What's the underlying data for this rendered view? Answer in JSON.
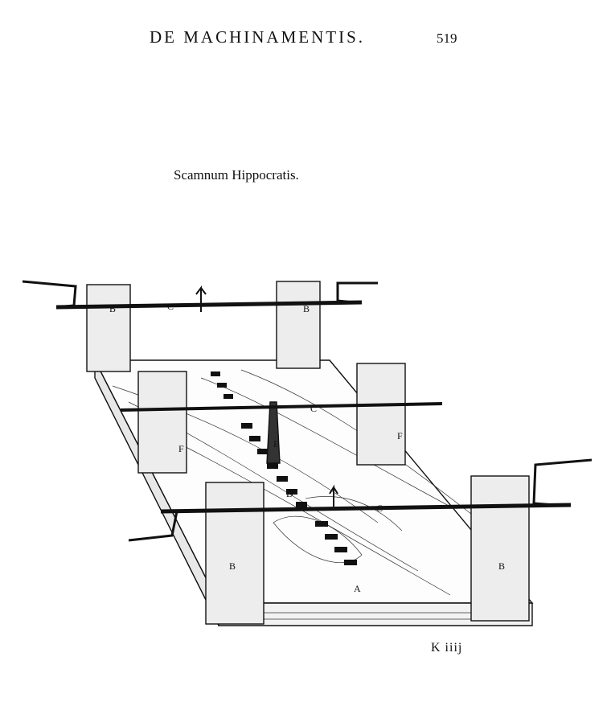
{
  "header": {
    "running_title": "DE MACHINAMENTIS.",
    "page_number": "519"
  },
  "figure": {
    "caption": "Scamnum Hippocratis.",
    "labels": {
      "a": "A",
      "b": "B",
      "c": "C",
      "d": "D",
      "e": "E",
      "f": "F"
    }
  },
  "footer": {
    "signature_mark": "K iiij"
  }
}
